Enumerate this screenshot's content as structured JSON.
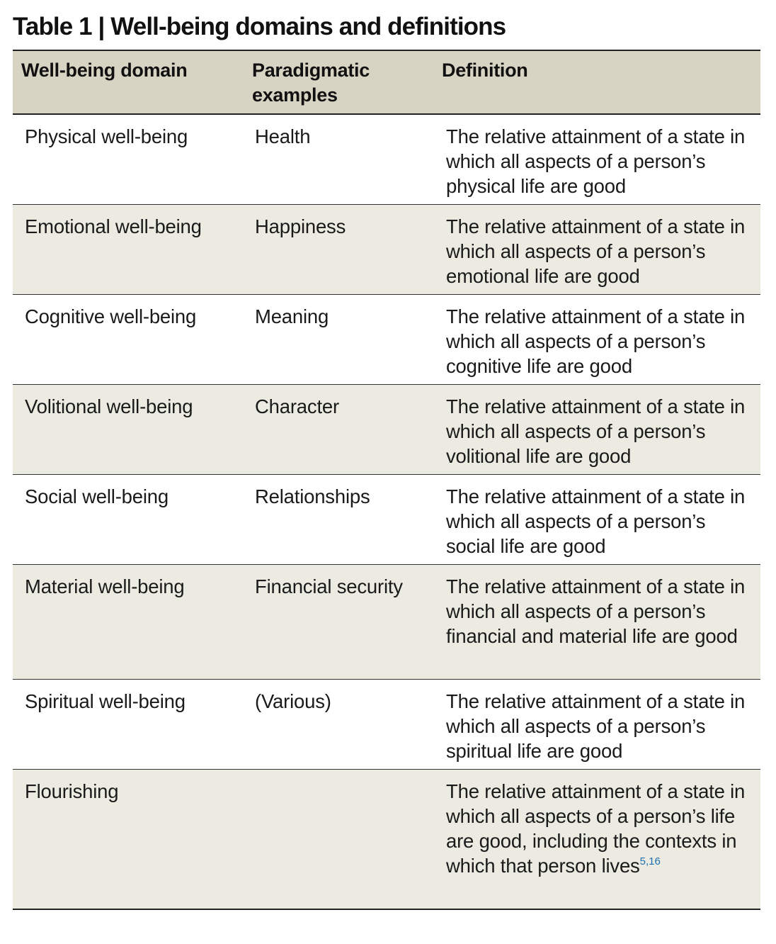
{
  "title": "Table 1 | Well-being domains and definitions",
  "headers": {
    "domain": "Well-being domain",
    "examples": "Paradigmatic examples",
    "definition": "Definition"
  },
  "rows": [
    {
      "domain": "Physical well-being",
      "example": "Health",
      "definition": "The relative attainment of a state in which all aspects of a person’s physical life are good"
    },
    {
      "domain": "Emotional well-being",
      "example": "Happiness",
      "definition": "The relative attainment of a state in which all aspects of a person’s emotional life are good"
    },
    {
      "domain": "Cognitive well-being",
      "example": "Meaning",
      "definition": "The relative attainment of a state in which all aspects of a person’s cognitive life are good"
    },
    {
      "domain": "Volitional well-being",
      "example": "Character",
      "definition": "The relative attainment of a state in which all aspects of a person’s volitional life are good"
    },
    {
      "domain": "Social well-being",
      "example": "Relationships",
      "definition": "The relative attainment of a state in which all aspects of a person’s social life are good"
    },
    {
      "domain": "Material well-being",
      "example": "Financial security",
      "definition": "The relative attainment of a state in which all aspects of a person’s financial and material life are good"
    },
    {
      "domain": "Spiritual well-being",
      "example": "(Various)",
      "definition": "The relative attainment of a state in which all aspects of a person’s spiritual life are good"
    },
    {
      "domain": "Flourishing",
      "example": "",
      "definition": "The relative attainment of a state in which all aspects of a person’s life are good, including the contexts in which that person lives",
      "refs": "5,16"
    }
  ]
}
